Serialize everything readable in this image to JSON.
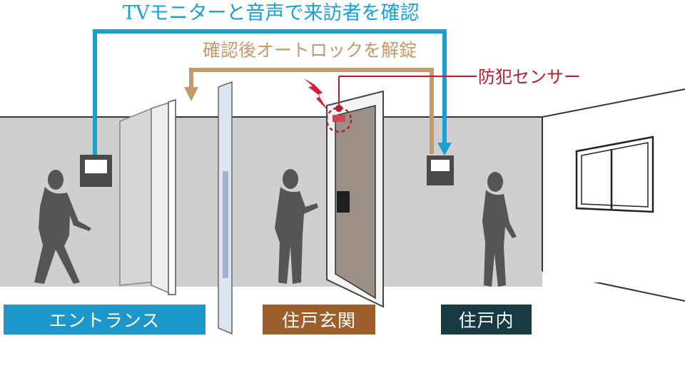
{
  "labels": {
    "tv_monitor_voice": "TVモニターと音声で来訪者を確認",
    "confirm_unlock": "確認後オートロックを解錠",
    "security_sensor": "防犯センサー"
  },
  "zones": {
    "entrance": "エントランス",
    "door_hall": "住戸玄関",
    "inside": "住戸内"
  },
  "colors": {
    "blue": "#1a9fd0",
    "tan": "#c49a6c",
    "red": "#b0202e",
    "zone_entrance": "#1d97c9",
    "zone_genkan": "#9a5f2a",
    "zone_inside": "#173a43"
  }
}
